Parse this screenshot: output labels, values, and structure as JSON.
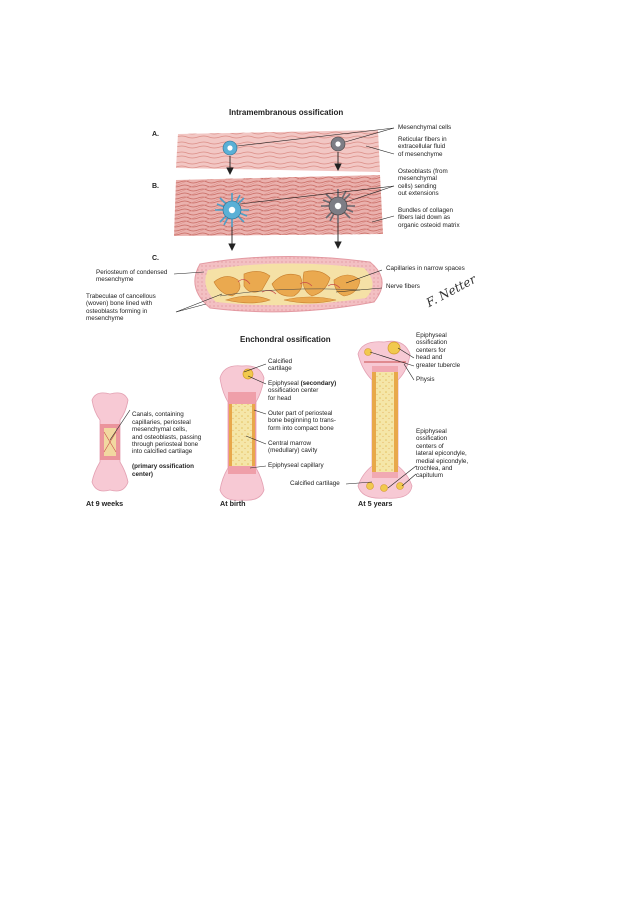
{
  "intramembranous": {
    "title": "Intramembranous ossification",
    "steps": [
      "A.",
      "B.",
      "C."
    ],
    "labels": {
      "mesenchymal_cells": "Mesenchymal cells",
      "reticular_fibers": "Reticular fibers in\nextracellular fluid\nof mesenchyme",
      "osteoblasts": "Osteoblasts (from\nmesenchymal\ncells) sending\nout extensions",
      "collagen_bundles": "Bundles of collagen\nfibers laid down as\norganic osteoid matrix",
      "periosteum": "Periosteum of condensed\nmesenchyme",
      "trabeculae": "Trabeculae of cancellous\n(woven) bone lined with\nosteoblasts forming in\nmesenchyme",
      "capillaries": "Capillaries in narrow spaces",
      "nerve_fibers": "Nerve fibers"
    }
  },
  "enchondral": {
    "title": "Enchondral ossification",
    "captions": {
      "week9": "At 9 weeks",
      "birth": "At birth",
      "year5": "At 5 years"
    },
    "labels": {
      "canals": "Canals, containing\ncapillaries, periosteal\nmesenchymal cells,\nand osteoblasts, passing\nthrough periosteal bone\ninto calcified cartilage",
      "primary_center": "(primary ossification\ncenter)",
      "calcified_cartilage_top": "Calcified\ncartilage",
      "epiphyseal_pre": "Epiphyseal ",
      "epiphyseal_secondary": "(secondary)",
      "epiphyseal_post": "\nossification center\nfor head",
      "outer_periosteal": "Outer part of periosteal\nbone beginning to trans-\nform into compact bone",
      "central_marrow": "Central marrow\n(medullary) cavity",
      "epiphyseal_capillary": "Epiphyseal capillary",
      "calcified_cartilage_bottom": "Calcified cartilage",
      "epi_centers_head": "Epiphyseal\nossification\ncenters for\nhead and\ngreater tubercle",
      "physis": "Physis",
      "epi_centers_lower": "Epiphyseal\nossification\ncenters of\nlateral epicondyle,\nmedial epicondyle,\ntrochlea, and\ncapitulum"
    }
  },
  "signature": "F. Netter",
  "colors": {
    "tissue_pink": "#f2c7c4",
    "fiber_red": "#d9837d",
    "cell_blue": "#5ab0d6",
    "cell_gray": "#7d7d85",
    "bone_yellow": "#f1dc8c",
    "bone_orange": "#e8a84a",
    "cartilage_pink": "#f7c9d4",
    "line": "#222222"
  }
}
